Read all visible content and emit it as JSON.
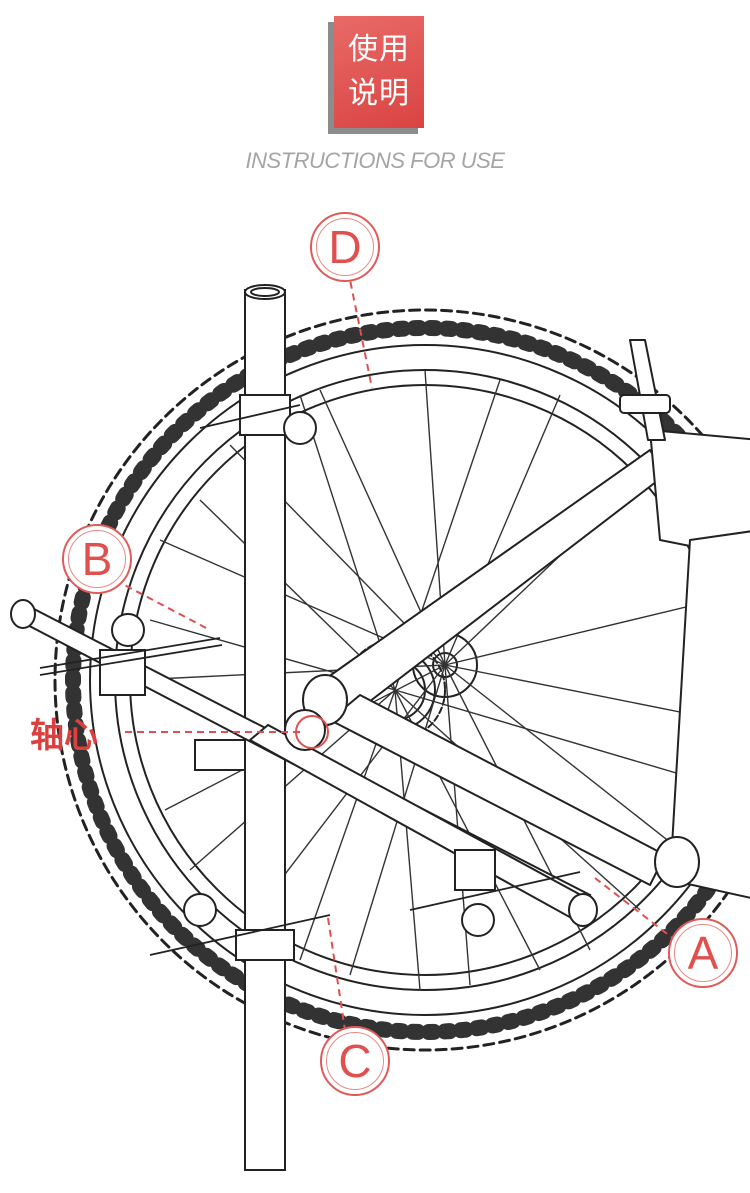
{
  "header": {
    "badge_line1": "使用",
    "badge_line2": "说明",
    "subtitle": "INSTRUCTIONS FOR USE"
  },
  "labels": {
    "axis": "轴心",
    "A": "A",
    "B": "B",
    "C": "C",
    "D": "D"
  },
  "colors": {
    "accent": "#e0504e",
    "line": "#222222",
    "subtitle": "#a5a5a5"
  }
}
